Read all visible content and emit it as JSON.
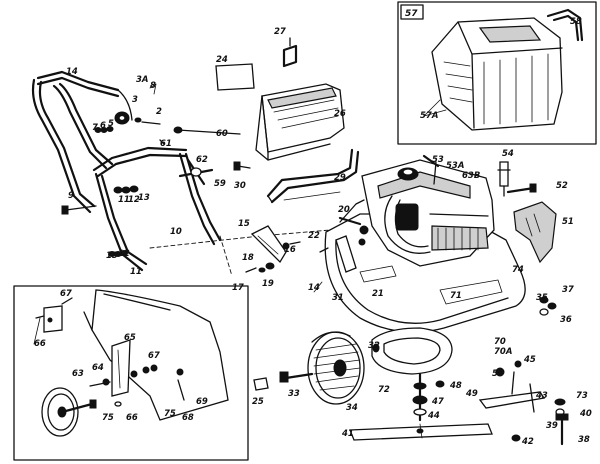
{
  "labels": {
    "p14": "14",
    "p3a": "3A",
    "p8": "8",
    "p3": "3",
    "p7": "7",
    "p6": "6",
    "p5": "5",
    "p2": "2",
    "p24": "24",
    "p27": "27",
    "p26": "26",
    "p60": "60",
    "p61": "61",
    "p62": "62",
    "p59": "59",
    "p30": "30",
    "p29": "29",
    "p9": "9",
    "p11a": "11",
    "p12a": "12",
    "p13a": "13",
    "p10": "10",
    "p13b": "13",
    "p12b": "12",
    "p11b": "11",
    "p15": "15",
    "p16": "16",
    "p18": "18",
    "p17": "17",
    "p19": "19",
    "p20": "20",
    "p22": "22",
    "p14b": "14",
    "p31": "31",
    "p21": "21",
    "p53": "53",
    "p53a": "53A",
    "p63b": "63B",
    "p54": "54",
    "p52": "52",
    "p51": "51",
    "p74": "74",
    "p71": "71",
    "p35": "35",
    "p37": "37",
    "p36": "36",
    "p70": "70",
    "p70a": "70A",
    "p45": "45",
    "p50": "50",
    "p49": "49",
    "p43": "43",
    "p73": "73",
    "p40": "40",
    "p39": "39",
    "p38": "38",
    "p48": "48",
    "p47": "47",
    "p44": "44",
    "p42": "42",
    "p41": "41",
    "p32": "32",
    "p72": "72",
    "p34": "34",
    "p33": "33",
    "p25": "25",
    "p57": "57",
    "p58": "58",
    "p57a": "57A",
    "i67a": "67",
    "i66a": "66",
    "i65": "65",
    "i67b": "67",
    "i64": "64",
    "i63": "63",
    "i75a": "75",
    "i66b": "66",
    "i75b": "75",
    "i68": "68",
    "i69": "69"
  }
}
